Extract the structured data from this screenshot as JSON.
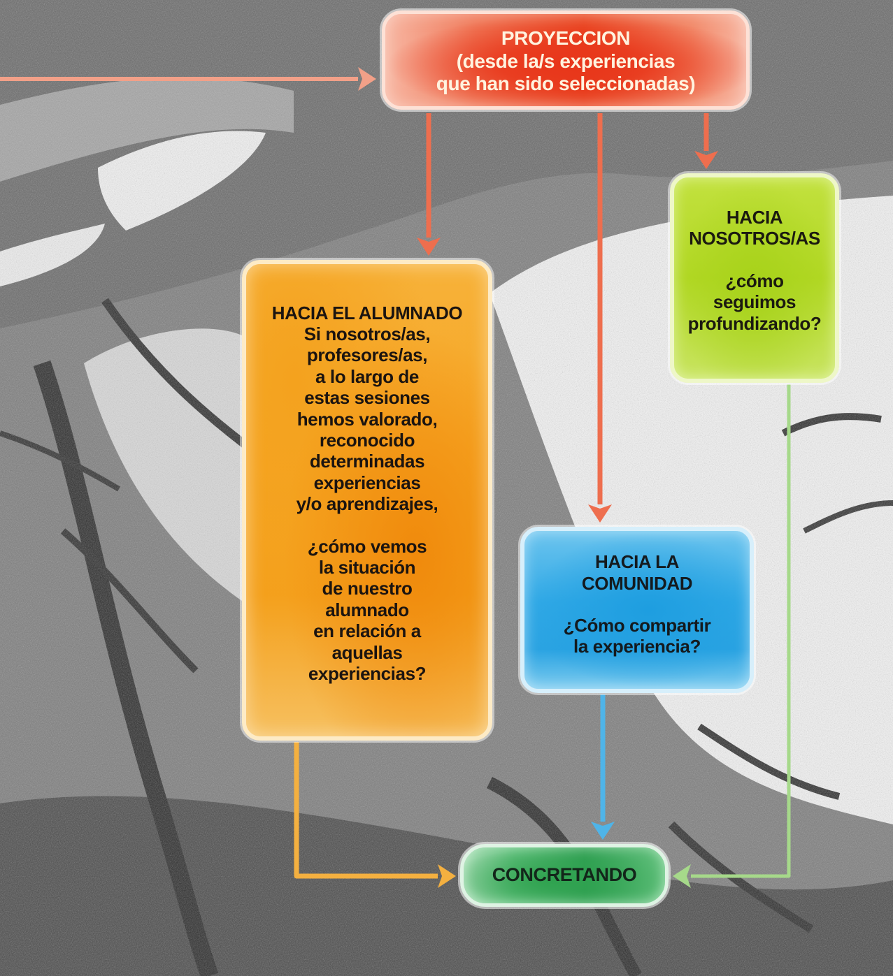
{
  "diagram": {
    "nodes": {
      "proyeccion": {
        "lines": [
          "PROYECCION",
          "(desde la/s experiencias",
          "que han sido seleccionadas)"
        ],
        "color": "#ea4a24"
      },
      "alumnado": {
        "title": "HACIA EL ALUMNADO",
        "lines": [
          "Si nosotros/as,",
          "profesores/as,",
          "a lo largo de",
          "estas sesiones",
          "hemos valorado,",
          "reconocido",
          "determinadas",
          "experiencias",
          "y/o aprendizajes,"
        ],
        "question_lines": [
          "¿cómo vemos",
          "la situación",
          "de nuestro",
          "alumnado",
          "en relación a",
          "aquellas",
          "experiencias?"
        ],
        "color": "#f4a01c"
      },
      "nosotros": {
        "title_lines": [
          "HACIA",
          "NOSOTROS/AS"
        ],
        "question_lines": [
          "¿cómo",
          "seguimos",
          "profundizando?"
        ],
        "color": "#b2d824"
      },
      "comunidad": {
        "title_lines": [
          "HACIA LA",
          "COMUNIDAD"
        ],
        "question_lines": [
          "¿Cómo compartir",
          "la experiencia?"
        ],
        "color": "#2aa3e2"
      },
      "concretando": {
        "label": "CONCRETANDO",
        "color": "#2f9f52"
      }
    },
    "edges": [
      {
        "from": "external-left",
        "to": "proyeccion",
        "color": "#f2a088"
      },
      {
        "from": "proyeccion",
        "to": "alumnado",
        "color": "#ee6e4e"
      },
      {
        "from": "proyeccion",
        "to": "comunidad",
        "color": "#ee6e4e"
      },
      {
        "from": "proyeccion",
        "to": "nosotros",
        "color": "#ee6e4e"
      },
      {
        "from": "alumnado",
        "to": "concretando",
        "color": "#f4b040"
      },
      {
        "from": "comunidad",
        "to": "concretando",
        "color": "#4fb4e8"
      },
      {
        "from": "nosotros",
        "to": "concretando",
        "color": "#a6d98a"
      }
    ]
  }
}
